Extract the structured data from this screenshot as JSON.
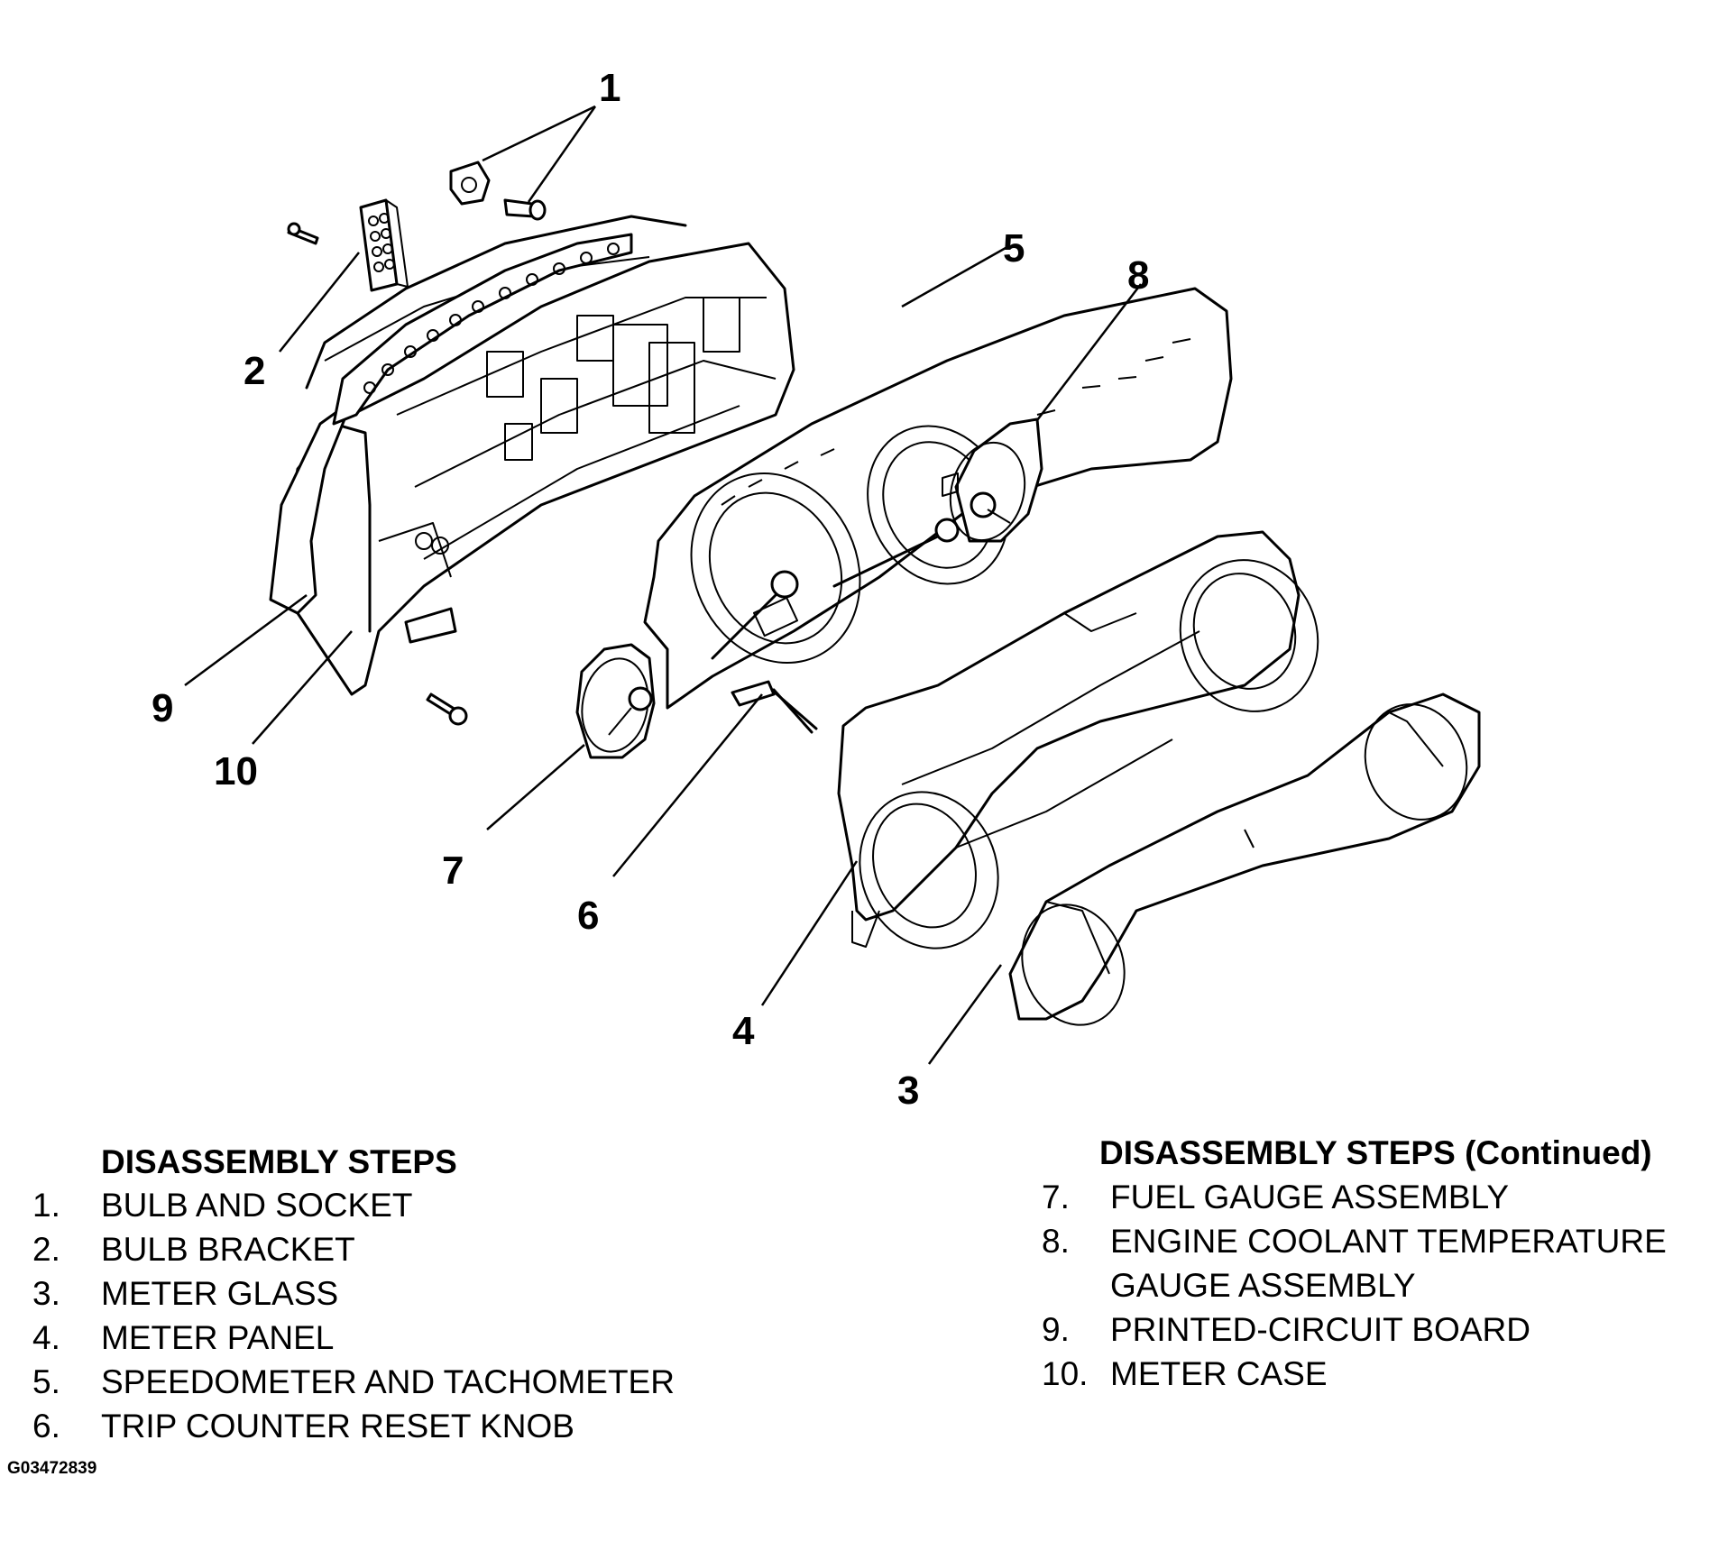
{
  "callouts": [
    "1",
    "2",
    "3",
    "4",
    "5",
    "6",
    "7",
    "8",
    "9",
    "10"
  ],
  "steps_left": {
    "title": "DISASSEMBLY STEPS",
    "items": [
      {
        "num": "1.",
        "text": "BULB AND SOCKET"
      },
      {
        "num": "2.",
        "text": "BULB BRACKET"
      },
      {
        "num": "3.",
        "text": "METER GLASS"
      },
      {
        "num": "4.",
        "text": "METER PANEL"
      },
      {
        "num": "5.",
        "text": "SPEEDOMETER AND TACHOMETER"
      },
      {
        "num": "6.",
        "text": "TRIP COUNTER RESET KNOB"
      }
    ]
  },
  "steps_right": {
    "title": "DISASSEMBLY STEPS (Continued)",
    "items": [
      {
        "num": "7.",
        "text": "FUEL GAUGE ASSEMBLY"
      },
      {
        "num": "8.",
        "text": "ENGINE COOLANT TEMPERATURE\nGAUGE ASSEMBLY"
      },
      {
        "num": "9.",
        "text": "PRINTED-CIRCUIT BOARD"
      },
      {
        "num": "10.",
        "text": "METER CASE"
      }
    ]
  },
  "figure_id": "G03472839"
}
